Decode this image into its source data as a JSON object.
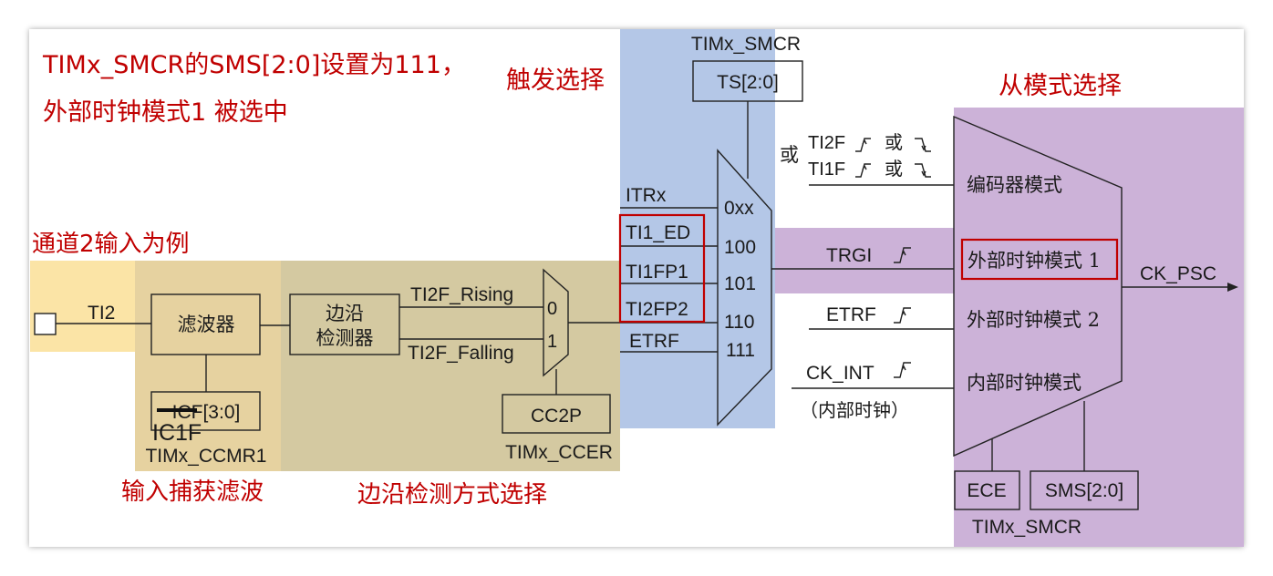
{
  "annotations": {
    "title_line1": "TIMx_SMCR的SMS[2:0]设置为111，",
    "title_line2": "外部时钟模式1 被选中",
    "trigger_select": "触发选择",
    "slave_mode_select": "从模式选择",
    "channel2_example": "通道2输入为例",
    "input_capture_filter": "输入捕获滤波",
    "edge_detect_select": "边沿检测方式选择",
    "ic1f_overwrite": "IC1F"
  },
  "input_stage": {
    "pin_label": "TI2",
    "filter_block": "滤波器",
    "filter_field": "ICF[3:0]",
    "ccmr_register": "TIMx_CCMR1"
  },
  "edge_stage": {
    "detector_line1": "边沿",
    "detector_line2": "检测器",
    "rising_label": "TI2F_Rising",
    "falling_label": "TI2F_Falling",
    "mux_in0": "0",
    "mux_in1": "1",
    "polarity_block": "CC2P",
    "ccer_register": "TIMx_CCER"
  },
  "trigger_stage": {
    "smcr_register_top": "TIMx_SMCR",
    "ts_field": "TS[2:0]",
    "inputs": [
      {
        "name": "ITRx",
        "code": "0xx"
      },
      {
        "name": "TI1_ED",
        "code": "100"
      },
      {
        "name": "TI1FP1",
        "code": "101"
      },
      {
        "name": "TI2FP2",
        "code": "110"
      },
      {
        "name": "ETRF",
        "code": "111"
      }
    ]
  },
  "slave_stage": {
    "or_prefix": "或",
    "ti2f_label": "TI2F",
    "ti1f_label": "TI1F",
    "or_word": "或",
    "trgi_label": "TRGI",
    "etrf_label": "ETRF",
    "ckint_label": "CK_INT",
    "ckint_note": "（内部时钟）",
    "modes": [
      "编码器模式",
      "外部时钟模式 1",
      "外部时钟模式 2",
      "内部时钟模式"
    ],
    "output_label": "CK_PSC",
    "ece_field": "ECE",
    "sms_field": "SMS[2:0]",
    "smcr_register_bottom": "TIMx_SMCR"
  },
  "colors": {
    "annotation_red": "#c00000",
    "input_yellow": "#fbe4a6",
    "filter_tan": "#e6d2a0",
    "edge_khaki": "#d4c9a1",
    "trigger_blue": "#b4c7e7",
    "slave_purple": "#ccb2d8"
  }
}
